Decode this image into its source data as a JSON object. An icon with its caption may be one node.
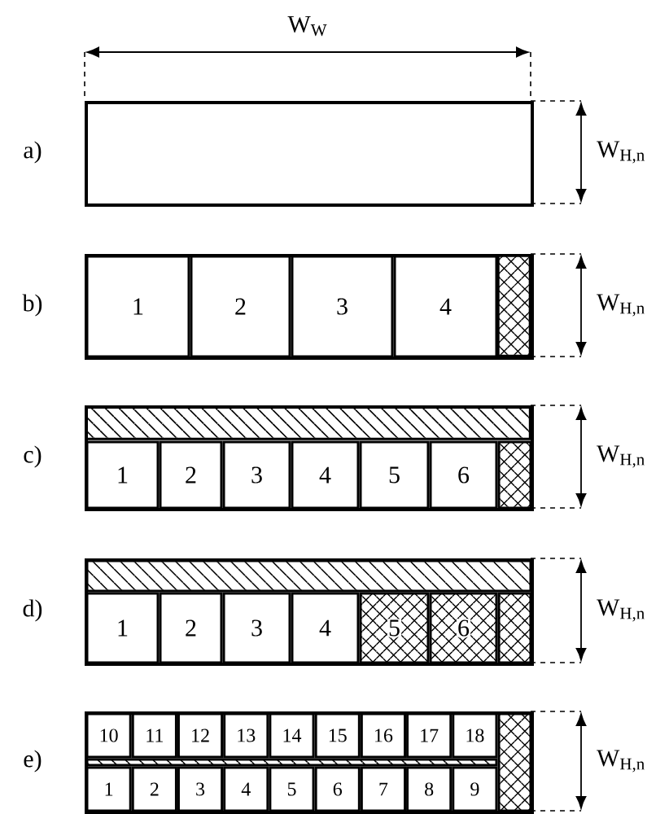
{
  "diagram": {
    "nodes": [
      {
        "text": [],
        "shape": "box",
        "beside": [
          "a)"
        ]
      },
      {
        "text": [],
        "shape": "box",
        "beside": [
          "b)"
        ]
      },
      {
        "text": [
          "1"
        ],
        "in": 1
      },
      {
        "text": [
          "2"
        ],
        "in": 1
      },
      {
        "text": [
          "3"
        ],
        "in": 1
      },
      {
        "text": [
          "4"
        ],
        "in": 1
      },
      {
        "text": [],
        "shape": "box",
        "in": 1
      },
      {
        "text": [],
        "shape": "box",
        "beside": [
          "c)"
        ]
      },
      {
        "text": [],
        "shape": "box",
        "in": 7
      },
      {
        "text": [
          "1"
        ],
        "in": 7
      },
      {
        "text": [
          "2"
        ],
        "in": 7
      },
      {
        "text": [
          "3"
        ],
        "in": 7
      },
      {
        "text": [
          "4"
        ],
        "in": 7
      },
      {
        "text": [
          "5"
        ],
        "in": 7
      },
      {
        "text": [
          "6"
        ],
        "in": 7
      },
      {
        "text": [],
        "shape": "box",
        "in": 7
      },
      {
        "text": [],
        "shape": "box",
        "beside": [
          "d)"
        ]
      },
      {
        "text": [],
        "shape": "box",
        "in": 16
      },
      {
        "text": [
          "1"
        ],
        "in": 16
      },
      {
        "text": [
          "2"
        ],
        "in": 16
      },
      {
        "text": [
          "3"
        ],
        "in": 16
      },
      {
        "text": [
          "4"
        ],
        "in": 16
      },
      {
        "text": [
          "5"
        ],
        "in": 16
      },
      {
        "text": [
          "6"
        ],
        "in": 16
      },
      {
        "text": [],
        "shape": "box",
        "in": 16
      },
      {
        "text": [],
        "shape": "box",
        "beside": [
          "e)"
        ]
      },
      {
        "text": [
          "10"
        ],
        "in": 25
      },
      {
        "text": [
          "11"
        ],
        "in": 25
      },
      {
        "text": [
          "12"
        ],
        "in": 25
      },
      {
        "text": [
          "13"
        ],
        "in": 25
      },
      {
        "text": [
          "14"
        ],
        "in": 25
      },
      {
        "text": [
          "15"
        ],
        "in": 25
      },
      {
        "text": [
          "16"
        ],
        "in": 25
      },
      {
        "text": [
          "17"
        ],
        "in": 25
      },
      {
        "text": [
          "18"
        ],
        "in": 25
      },
      {
        "text": [],
        "shape": "box",
        "in": 25
      },
      {
        "text": [
          "1"
        ],
        "in": 25
      },
      {
        "text": [
          "2"
        ],
        "in": 25
      },
      {
        "text": [
          "3"
        ],
        "in": 25
      },
      {
        "text": [
          "4"
        ],
        "in": 25
      },
      {
        "text": [
          "5"
        ],
        "in": 25
      },
      {
        "text": [
          "6"
        ],
        "in": 25
      },
      {
        "text": [
          "7"
        ],
        "in": 25
      },
      {
        "text": [
          "8"
        ],
        "in": 25
      },
      {
        "text": [
          "9"
        ],
        "in": 25
      },
      {
        "text": [],
        "shape": "box",
        "in": 25
      }
    ],
    "labels": [
      "W$_{W}$",
      "W$_{H,n}$",
      "W$_{H,n}$",
      "W$_{H,n}$",
      "W$_{H,n}$",
      "W$_{H,n}$"
    ]
  }
}
